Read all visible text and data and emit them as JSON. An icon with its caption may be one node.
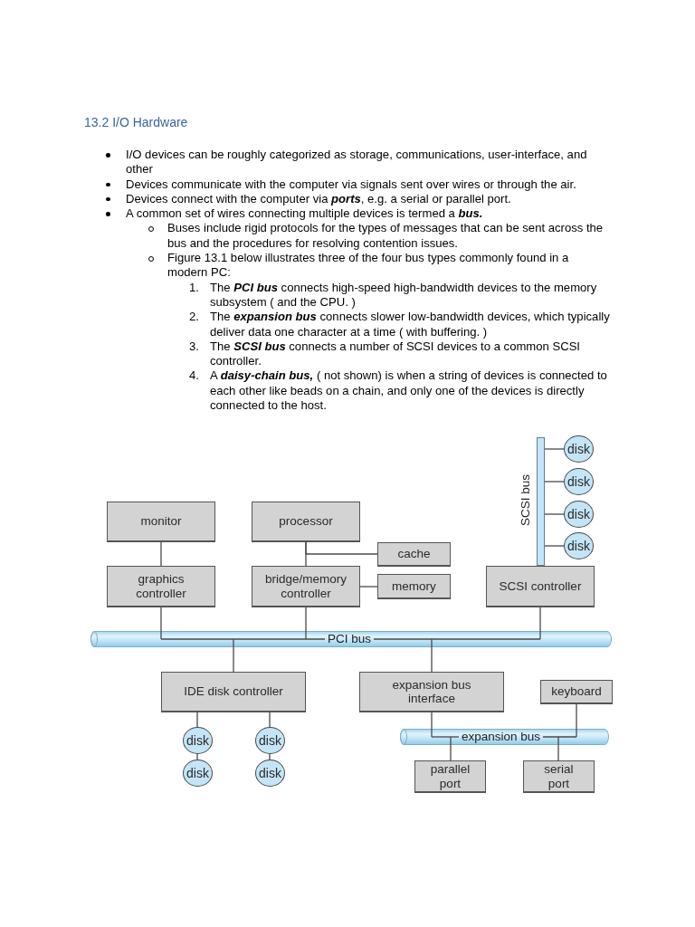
{
  "diagram": {
    "title": "13.2 I/O Hardware",
    "nodes": [
      {
        "text": [
          "SCSI bus"
        ]
      },
      {
        "text": [
          "disk"
        ]
      },
      {
        "text": [
          "disk"
        ]
      },
      {
        "text": [
          "monitor"
        ]
      },
      {
        "text": [
          "processor"
        ]
      },
      {
        "text": [
          "disk"
        ]
      },
      {
        "text": [
          "cache"
        ]
      },
      {
        "text": [
          "disk"
        ]
      },
      {
        "text": [
          "graphics controller"
        ]
      },
      {
        "text": [
          "bridge/memory controller"
        ]
      },
      {
        "text": [
          "memory"
        ]
      },
      {
        "text": [
          "SCSI controller"
        ]
      },
      {
        "text": [
          "PCI bus"
        ]
      },
      {
        "text": [
          "IDE disk controller"
        ]
      },
      {
        "text": [
          "expansion bus interface"
        ]
      },
      {
        "text": [
          "keyboard"
        ]
      },
      {
        "text": [
          "expansion bus"
        ]
      },
      {
        "text": [
          "disk"
        ]
      },
      {
        "text": [
          "disk"
        ]
      },
      {
        "text": [
          "parallel port"
        ]
      },
      {
        "text": [
          "serial port"
        ]
      },
      {
        "text": [
          "disk"
        ]
      },
      {
        "text": [
          "disk"
        ]
      }
    ],
    "edges": [
      {
        "from": 3,
        "to": 8,
        "arrow": "none"
      },
      {
        "from": 4,
        "to": 9,
        "arrow": "none"
      },
      {
        "from": 4,
        "to": 6,
        "arrow": "none"
      },
      {
        "from": 9,
        "to": 10,
        "arrow": "none"
      },
      {
        "from": 0,
        "to": 1,
        "arrow": "none"
      },
      {
        "from": 0,
        "to": 2,
        "arrow": "none"
      },
      {
        "from": 0,
        "to": 5,
        "arrow": "none"
      },
      {
        "from": 0,
        "to": 7,
        "arrow": "none"
      },
      {
        "from": 8,
        "to": 12,
        "arrow": "none"
      },
      {
        "from": 9,
        "to": 12,
        "arrow": "none"
      },
      {
        "from": 11,
        "to": 12,
        "arrow": "none"
      },
      {
        "from": 12,
        "to": 13,
        "arrow": "none"
      },
      {
        "from": 12,
        "to": 14,
        "arrow": "none"
      },
      {
        "from": 13,
        "to": 17,
        "arrow": "none"
      },
      {
        "from": 13,
        "to": 18,
        "arrow": "none"
      },
      {
        "from": 17,
        "to": 21,
        "arrow": "none"
      },
      {
        "from": 18,
        "to": 22,
        "arrow": "none"
      },
      {
        "from": 14,
        "to": 16,
        "arrow": "none"
      },
      {
        "from": 15,
        "to": 16,
        "arrow": "none"
      },
      {
        "from": 16,
        "to": 19,
        "arrow": "none"
      },
      {
        "from": 16,
        "to": 20,
        "arrow": "none"
      }
    ],
    "labels": [
      "I/O devices can be roughly categorized as storage, communications, user-interface, and other",
      "Devices communicate with the computer via signals sent over wires or through the air.",
      "Devices connect with the computer via **ports**, e.g. a serial or parallel port.",
      "A common set of wires connecting multiple devices is termed a **bus.**",
      "Buses include rigid protocols for the types of messages that can be sent across the bus and the procedures for resolving contention issues.",
      "Figure 13.1 below illustrates three of the four bus types commonly found in a modern PC:",
      "1.",
      "The **PCI bus** connects high-speed high-bandwidth devices to the memory subsystem ( and the CPU. )",
      "2.",
      "The **expansion bus** connects slower low-bandwidth devices, which typically deliver data one character at a time ( with buffering. )",
      "3.",
      "The **SCSI bus** connects a number of SCSI devices to a common SCSI controller.",
      "4.",
      "A **daisy-chain bus,** ( not shown) is when a string of devices is connected to each other like beads on a chain, and only one of the devices is directly connected to the host."
    ]
  }
}
